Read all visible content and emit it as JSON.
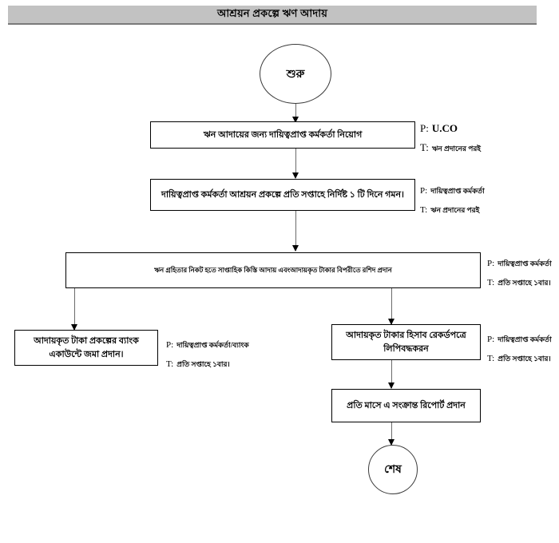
{
  "header": {
    "title": "আশ্রয়ন প্রকল্পে ঋণ আদায়"
  },
  "flowchart": {
    "start": {
      "label": "শুরু"
    },
    "end": {
      "label": "শেষ"
    },
    "steps": [
      {
        "id": "step-1",
        "label": "ঋন আদায়ের জন্য দায়িত্বপ্রাপ্ত কর্মকর্তা নিয়োগ",
        "person_key": "P:",
        "person": "U.CO",
        "time_key": "T:",
        "time": "ঋন প্রদানের পরই"
      },
      {
        "id": "step-2",
        "label": "দায়িত্বপ্রাপ্ত কর্মকর্তা আশ্রয়ন প্রকল্পে প্রতি সপ্তাহে নির্দিষ্ট ১ টি দিনে গমন।",
        "person_key": "P:",
        "person": "দায়িত্বপ্রাপ্ত কর্মকর্তা",
        "time_key": "T:",
        "time": "ঋন প্রদানের পরই"
      },
      {
        "id": "step-3",
        "label": "ঋন গ্রহিতার নিকট হতে সাপ্তাহিক কিস্তি আদায় এবংআদায়কৃত টাকার বিপরীতে রশিদ প্রদান",
        "person_key": "P:",
        "person": "দায়িত্বপ্রাপ্ত কর্মকর্তা",
        "time_key": "T:",
        "time": "প্রতি সপ্তাহে ১বার।"
      },
      {
        "id": "step-4-left",
        "label": "আদায়কৃত টাকা প্রকল্পের ব্যাংক একাউন্টে জমা প্রদান।",
        "person_key": "P:",
        "person": "দায়িত্বপ্রাপ্ত কর্মকর্তা/ব্যাংক",
        "time_key": "T:",
        "time": "প্রতি সপ্তাহে ১বার।"
      },
      {
        "id": "step-4-right",
        "label": "আদায়কৃত টাকার হিসাব রেকর্ডপত্রে লিপিবদ্ধকরন",
        "person_key": "P:",
        "person": "দায়িত্বপ্রাপ্ত কর্মকর্তা",
        "time_key": "T:",
        "time": "প্রতি সপ্তাহে ১বার।"
      },
      {
        "id": "step-5",
        "label": "প্রতি মাসে এ সংক্রান্ত রিপোর্ট প্রদান",
        "person_key": "",
        "person": "",
        "time_key": "",
        "time": ""
      }
    ]
  },
  "colors": {
    "title_bar": "#c2c2c2",
    "title_shadow": "#7a7a7a",
    "node_border": "#000000",
    "connector": "#6b6b6b",
    "background": "#ffffff"
  }
}
